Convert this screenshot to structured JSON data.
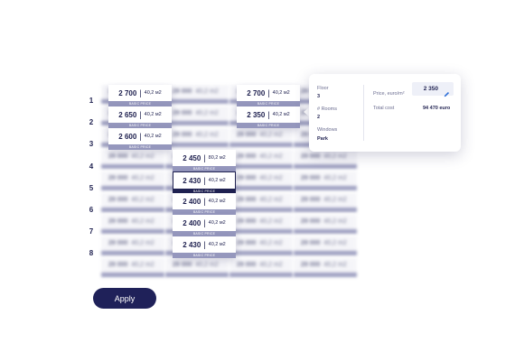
{
  "floors": [
    "1",
    "2",
    "3",
    "4",
    "5",
    "6",
    "7",
    "8"
  ],
  "ghost_cell": {
    "price": "29 000",
    "area": "40,2 m2"
  },
  "cells": [
    {
      "price": "2 700",
      "area": "40,2 м2",
      "tag": "BASIC PRICE",
      "active": false
    },
    {
      "price": "2 650",
      "area": "40,2 м2",
      "tag": "BASIC PRICE",
      "active": false
    },
    {
      "price": "2 600",
      "area": "40,2 м2",
      "tag": "BASIC PRICE",
      "active": false
    },
    {
      "price": "2 450",
      "area": "80,2 м2",
      "tag": "BASIC PRICE",
      "active": false
    },
    {
      "price": "2 430",
      "area": "40,2 м2",
      "tag": "BASIC PRICE",
      "active": true
    },
    {
      "price": "2 400",
      "area": "40,2 м2",
      "tag": "BASIC PRICE",
      "active": false
    },
    {
      "price": "2 400",
      "area": "40,2 м2",
      "tag": "BASIC PRICE",
      "active": false
    },
    {
      "price": "2 430",
      "area": "40,2 м2",
      "tag": "BASIC PRICE",
      "active": false
    },
    {
      "price": "2 700",
      "area": "40,2 м2",
      "tag": "BASIC PRICE",
      "active": false
    },
    {
      "price": "2 350",
      "area": "40,2 м2",
      "tag": "BASIC PRICE",
      "active": false
    }
  ],
  "popup": {
    "floor_label": "Floor",
    "floor_value": "3",
    "rooms_label": "# Rooms",
    "rooms_value": "2",
    "windows_label": "Windows",
    "windows_value": "Park",
    "price_label": "Price, euro/m²",
    "price_value": "2 350",
    "total_label": "Total cost",
    "total_value": "94 470 euro",
    "edit_icon": "pencil-icon"
  },
  "apply_label": "Apply",
  "colors": {
    "accent": "#1f2159",
    "tag": "#9597bd",
    "text": "#1c1e4d"
  }
}
